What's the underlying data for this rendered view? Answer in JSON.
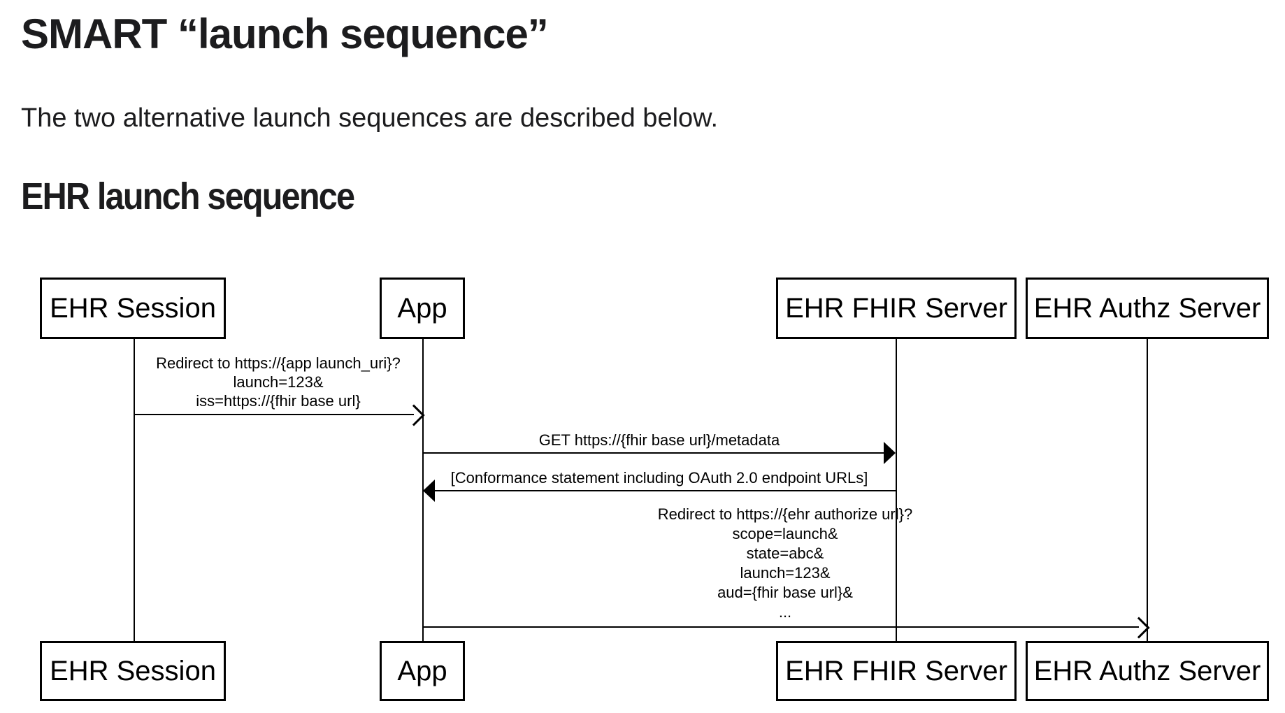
{
  "page": {
    "title": "SMART “launch sequence”",
    "intro": "The two alternative launch sequences are described below.",
    "section_heading": "EHR launch sequence"
  },
  "diagram": {
    "type": "sequence-diagram",
    "actors": [
      {
        "label": "EHR Session"
      },
      {
        "label": "App"
      },
      {
        "label": "EHR FHIR Server"
      },
      {
        "label": "EHR Authz Server"
      }
    ],
    "messages": [
      {
        "from": "EHR Session",
        "to": "App",
        "arrowhead": "open",
        "lines": [
          "Redirect to https://{app launch_uri}?",
          "launch=123&",
          "iss=https://{fhir base url}"
        ]
      },
      {
        "from": "App",
        "to": "EHR FHIR Server",
        "arrowhead": "filled",
        "lines": [
          "GET https://{fhir base url}/metadata"
        ]
      },
      {
        "from": "EHR FHIR Server",
        "to": "App",
        "arrowhead": "filled",
        "lines": [
          "[Conformance statement including OAuth 2.0 endpoint URLs]"
        ]
      },
      {
        "from": "App",
        "to": "EHR Authz Server",
        "arrowhead": "open",
        "lines": [
          "Redirect to https://{ehr authorize url}?",
          "scope=launch&",
          "state=abc&",
          "launch=123&",
          "aud={fhir base url}&",
          "..."
        ]
      }
    ]
  }
}
